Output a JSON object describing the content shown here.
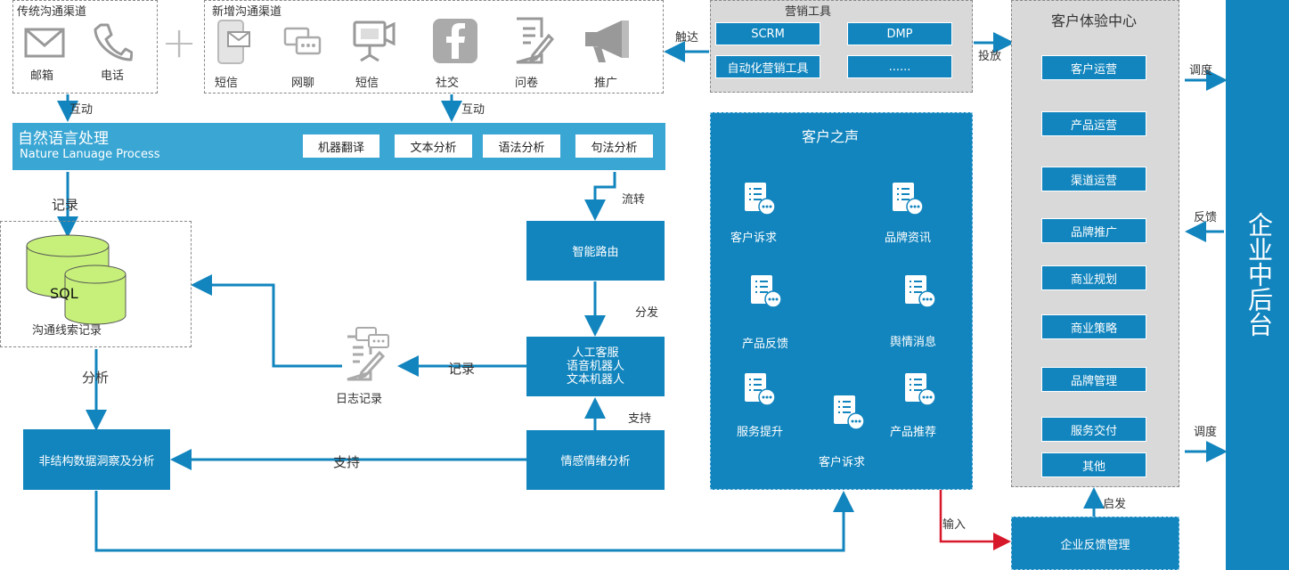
{
  "traditional": {
    "title": "传统沟通渠道",
    "items": [
      {
        "label": "邮箱",
        "icon": "mail-icon"
      },
      {
        "label": "电话",
        "icon": "phone-icon"
      }
    ]
  },
  "new_channels": {
    "title": "新增沟通渠道",
    "items": [
      {
        "label": "短信",
        "icon": "mobile-message-icon"
      },
      {
        "label": "网聊",
        "icon": "chat-icon"
      },
      {
        "label": "短信",
        "icon": "video-camera-icon"
      },
      {
        "label": "社交",
        "icon": "facebook-icon"
      },
      {
        "label": "问卷",
        "icon": "survey-icon"
      },
      {
        "label": "推广",
        "icon": "megaphone-icon"
      }
    ]
  },
  "plus_sign": "+",
  "interact_left": "互动",
  "interact_right": "互动",
  "nlp": {
    "title": "自然语言处理",
    "subtitle": "Nature Lanuage Process",
    "chips": [
      "机器翻译",
      "文本分析",
      "语法分析",
      "句法分析"
    ]
  },
  "record_top": "记录",
  "flow": "流转",
  "routing": "智能路由",
  "dispatch": "分发",
  "service": {
    "lines": [
      "人工客服",
      "语音机器人",
      "文本机器人"
    ]
  },
  "support_up": "支持",
  "emotion": "情感情绪分析",
  "support_left": "支持",
  "record_mid": "记录",
  "log": "日志记录",
  "db": {
    "sql": "SQL",
    "label": "沟通线索记录"
  },
  "analyze": "分析",
  "unstructured": "非结构数据洞察及分析",
  "marketing": {
    "title": "营销工具",
    "tools": [
      "SCRM",
      "DMP",
      "自动化营销工具",
      "......"
    ]
  },
  "reach": "触达",
  "deploy": "投放",
  "voice": {
    "title": "客户之声",
    "items": [
      "客户诉求",
      "品牌资讯",
      "产品反馈",
      "舆情消息",
      "服务提升",
      "产品推荐",
      "客户诉求"
    ]
  },
  "experience": {
    "title": "客户体验中心",
    "items": [
      "客户运营",
      "产品运营",
      "渠道运营",
      "品牌推广",
      "商业规划",
      "商业策略",
      "品牌管理",
      "服务交付",
      "其他"
    ]
  },
  "schedule_top": "调度",
  "feedback": "反馈",
  "schedule_bottom": "调度",
  "backend": "企业中后台",
  "inspire": "启发",
  "input": "输入",
  "feedback_mgmt": "企业反馈管理",
  "colors": {
    "blue": "#1285be",
    "light_blue": "#3aa6d4",
    "gray_panel": "#d9d9d9",
    "red": "#d7182a",
    "green_db": "#c6f07a"
  }
}
